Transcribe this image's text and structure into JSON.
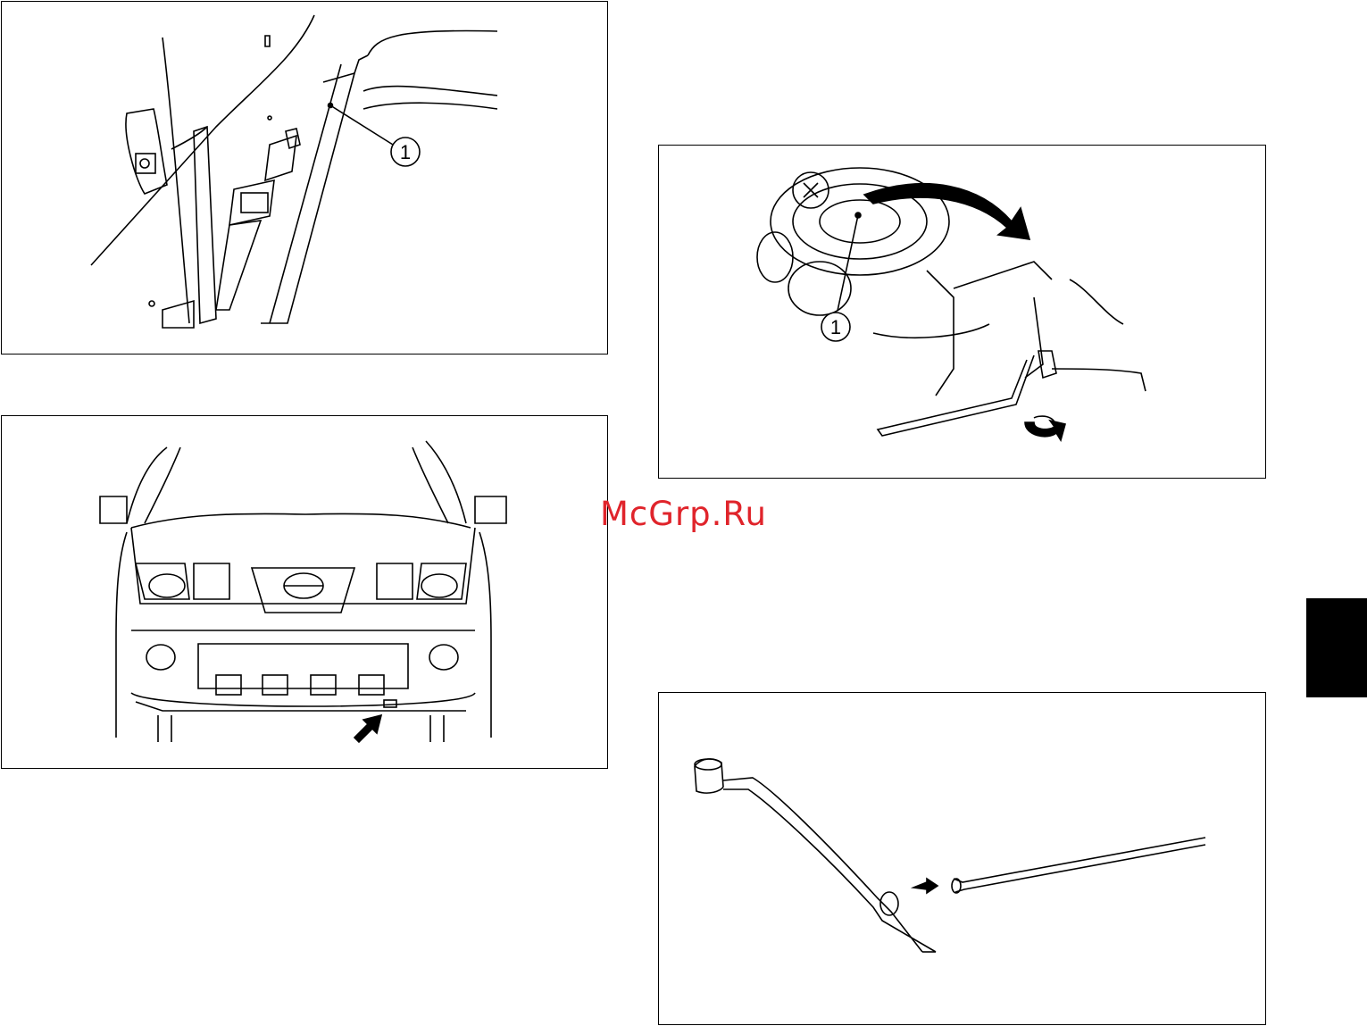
{
  "figures": {
    "jack_stowage": {
      "callout": "1"
    },
    "front_tow_hook": {},
    "spare_tire": {
      "callout": "1"
    },
    "wheel_nut_wrench": {}
  },
  "watermark": "McGrp.Ru",
  "section_tab": {
    "color": "#000000"
  },
  "colors": {
    "line": "#000000",
    "watermark": "#e0242b"
  }
}
